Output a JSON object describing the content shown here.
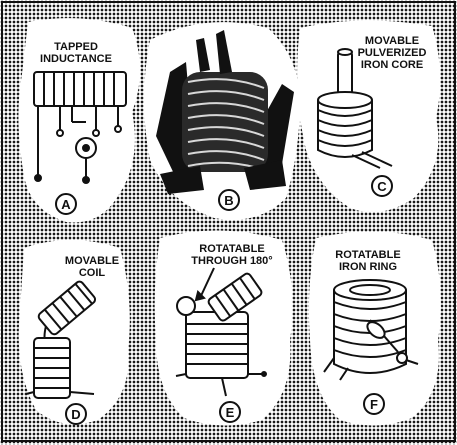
{
  "panels": [
    {
      "letter": "A",
      "caption": [
        "TAPPED",
        "INDUCTANCE"
      ]
    },
    {
      "letter": "B",
      "caption": []
    },
    {
      "letter": "C",
      "caption": [
        "MOVABLE",
        "PULVERIZED",
        "IRON CORE"
      ]
    },
    {
      "letter": "D",
      "caption": [
        "MOVABLE",
        "COIL"
      ]
    },
    {
      "letter": "E",
      "caption": [
        "ROTATABLE",
        "THROUGH 180°"
      ]
    },
    {
      "letter": "F",
      "caption": [
        "ROTATABLE",
        "IRON RING"
      ]
    }
  ],
  "colors": {
    "ink": "#111111",
    "paper": "#ffffff",
    "halftone": "#1a1a1a"
  }
}
